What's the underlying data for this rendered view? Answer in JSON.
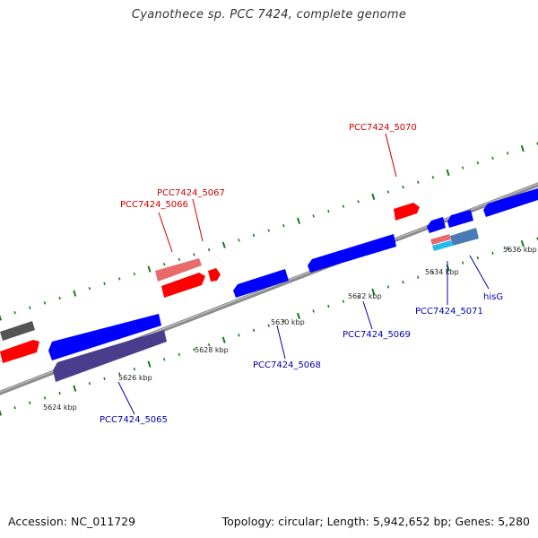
{
  "title": "Cyanothece sp. PCC 7424, complete genome",
  "footer": {
    "accession": "Accession: NC_011729",
    "summary": "Topology: circular; Length: 5,942,652 bp; Genes: 5,280"
  },
  "colors": {
    "forward_label": "#cc0000",
    "reverse_label": "#0000aa",
    "ruler_tick": "#1a7a1a",
    "backbone": "#8c8c8c",
    "forward_gene": "#ff0000",
    "forward_pseudo": "#e86a6a",
    "reverse_gene": "#0000ff",
    "reverse_gene_dark": "#4a3e8c",
    "reverse_gene_steel": "#4a7ab5",
    "reverse_gene_cyan": "#22bbee",
    "other_gene": "#555555"
  },
  "ruler_labels": [
    "5624 kbp",
    "5626 kbp",
    "5628 kbp",
    "5630 kbp",
    "5632 kbp",
    "5634 kbp",
    "5636 kbp"
  ],
  "gene_labels": {
    "forward": [
      "PCC7424_5066",
      "PCC7424_5067",
      "PCC7424_5070"
    ],
    "reverse": [
      "PCC7424_5065",
      "PCC7424_5068",
      "PCC7424_5069",
      "PCC7424_5071",
      "hisG"
    ]
  }
}
